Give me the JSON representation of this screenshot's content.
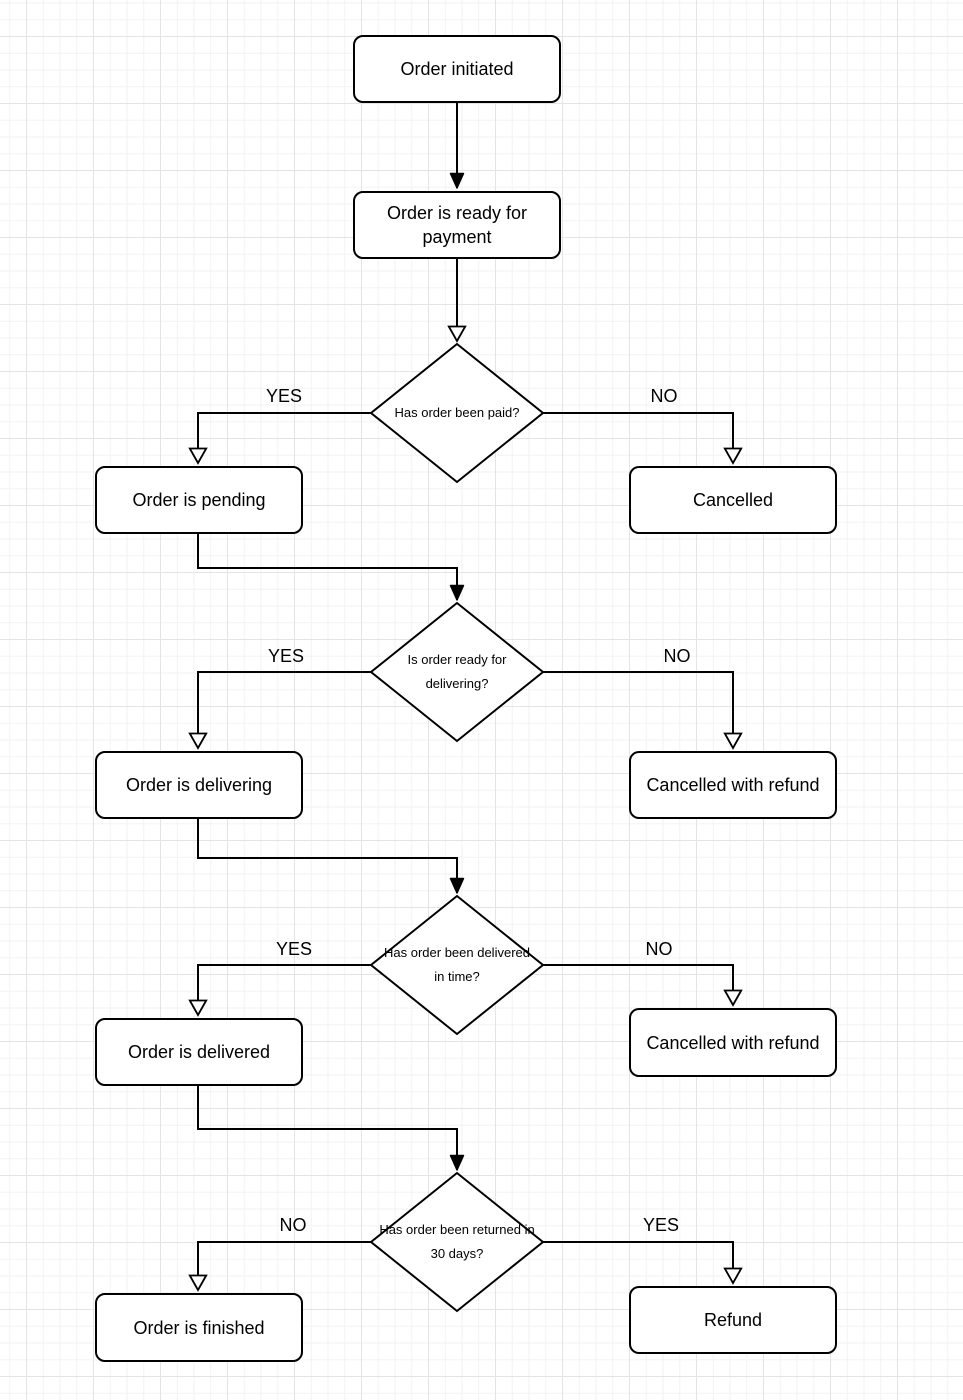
{
  "flowchart": {
    "process_nodes": [
      {
        "id": "order-initiated",
        "label": "Order initiated"
      },
      {
        "id": "order-ready-for-payment",
        "label": "Order is ready for payment"
      },
      {
        "id": "order-is-pending",
        "label": "Order is pending"
      },
      {
        "id": "cancelled",
        "label": "Cancelled"
      },
      {
        "id": "order-is-delivering",
        "label": "Order is delivering"
      },
      {
        "id": "cancelled-with-refund-1",
        "label": "Cancelled with refund"
      },
      {
        "id": "order-is-delivered",
        "label": "Order is delivered"
      },
      {
        "id": "cancelled-with-refund-2",
        "label": "Cancelled with refund"
      },
      {
        "id": "order-is-finished",
        "label": "Order is finished"
      },
      {
        "id": "refund",
        "label": "Refund"
      }
    ],
    "decision_nodes": [
      {
        "id": "has-order-been-paid",
        "label": "Has order been paid?"
      },
      {
        "id": "is-order-ready-for-delivering",
        "label": "Is order ready for delivering?"
      },
      {
        "id": "has-order-been-delivered-in-time",
        "label": "Has order been delivered in time?"
      },
      {
        "id": "has-order-been-returned-in-30-days",
        "label": "Has order been returned in 30 days?"
      }
    ],
    "branch_labels": [
      {
        "decision": "has-order-been-paid",
        "left": "YES",
        "right": "NO"
      },
      {
        "decision": "is-order-ready-for-delivering",
        "left": "YES",
        "right": "NO"
      },
      {
        "decision": "has-order-been-delivered-in-time",
        "left": "YES",
        "right": "NO"
      },
      {
        "decision": "has-order-been-returned-in-30-days",
        "left": "NO",
        "right": "YES"
      }
    ],
    "colors": {
      "node_fill": "#ffffff",
      "node_stroke": "#000000",
      "edge_stroke": "#000000",
      "text": "#000000",
      "grid_minor": "#f2f2f2",
      "grid_major": "#e4e4e4",
      "canvas_background": "#ffffff"
    }
  }
}
